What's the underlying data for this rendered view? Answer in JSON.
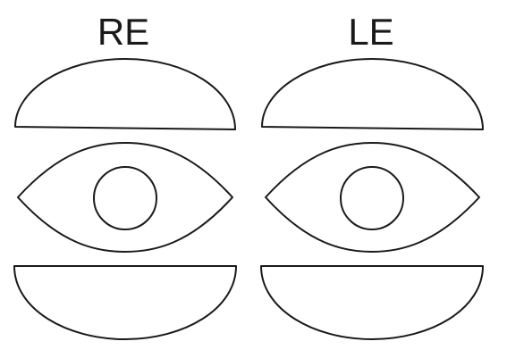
{
  "diagram": {
    "labels": {
      "right_eye": "RE",
      "left_eye": "LE"
    },
    "parts": {
      "upper_lid": "upper-lid",
      "eye": "eye-outline",
      "iris": "iris",
      "lower_lid": "lower-lid"
    },
    "colors": {
      "stroke": "#1a1a1a",
      "fill": "#ffffff",
      "text": "#1a1a1a"
    }
  }
}
